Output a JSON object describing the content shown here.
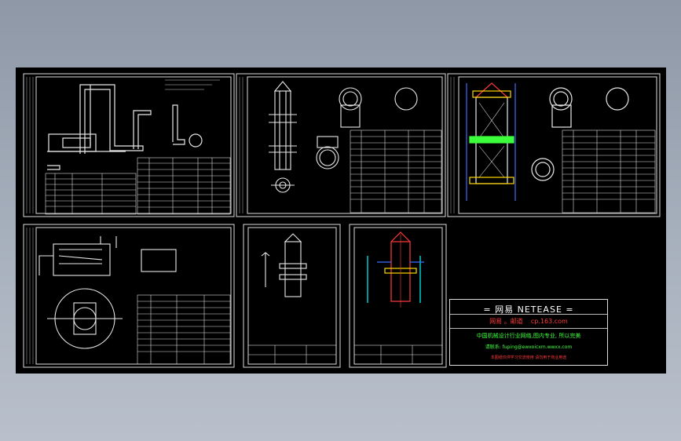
{
  "stamp": {
    "brand": "= 网易  NETEASE =",
    "site_label": "网易 。邮道",
    "site_url": "cp.163.com",
    "tagline": "中国机械设计行业网络,图内专业, 所以完美",
    "contact": "请联系: fuping@ewxoicxm.wwxx.com",
    "notice": "本图纸仅供学习交流使用 请勿用于商业用途"
  },
  "colors": {
    "background": "#000000",
    "lines": "#ffffff",
    "highlight_red": "#ff3b3b",
    "highlight_green": "#3cff3c",
    "highlight_yellow": "#ffd700",
    "highlight_blue": "#3c6cff",
    "highlight_cyan": "#00ffff"
  }
}
